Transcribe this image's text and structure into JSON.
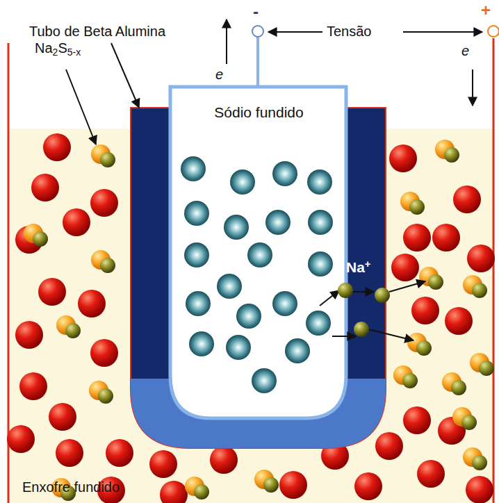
{
  "diagram": {
    "nodes": [
      {
        "text": [
          "Sódio fundido"
        ]
      }
    ],
    "labels": [
      "Tubo de Beta Alumina",
      "Tensão",
      "-",
      "+",
      "e",
      "e",
      "Na2S5-x",
      "Na+",
      "Enxofre fundido"
    ]
  }
}
